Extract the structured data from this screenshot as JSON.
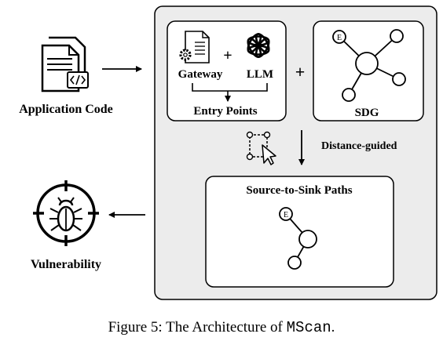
{
  "left": {
    "input_label": "Application Code",
    "output_label": "Vulnerability"
  },
  "panel": {
    "gateway_label": "Gateway",
    "llm_label": "LLM",
    "plus_symbol": "+",
    "entry_points_label": "Entry Points",
    "sdg_label": "SDG",
    "entry_node_letter": "E",
    "distance_label": "Distance-guided",
    "paths_title": "Source-to-Sink Paths"
  },
  "caption": {
    "prefix": "Figure 5: The Architecture of ",
    "system_name": "MScan",
    "suffix": "."
  }
}
